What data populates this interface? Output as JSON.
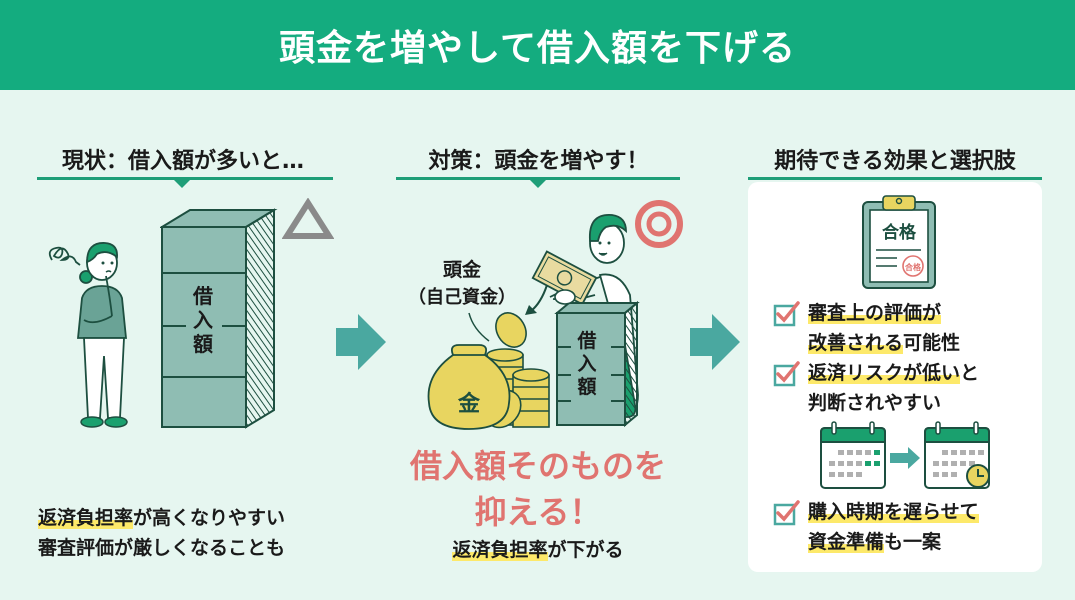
{
  "title": "頭金を増やして借入額を下げる",
  "columns": {
    "current": {
      "heading": "現状：借入額が多いと…",
      "rating_symbol": "△",
      "block_label": [
        "借",
        "入",
        "額"
      ],
      "caption_lines": [
        {
          "highlight": "返済負担率",
          "rest": "が高くなりやすい"
        },
        {
          "highlight": "",
          "rest": "審査評価が厳しくなることも"
        }
      ]
    },
    "measure": {
      "heading": "対策：頭金を増やす！",
      "rating_symbol": "◎",
      "down_payment_label": "頭金",
      "down_payment_sub": "（自己資金）",
      "bag_label": "金",
      "block_label": [
        "借",
        "入",
        "額"
      ],
      "emphasis_lines": [
        "借入額そのものを",
        "抑える！"
      ],
      "caption": {
        "highlight": "返済負担率",
        "rest": "が下がる"
      }
    },
    "effects": {
      "heading": "期待できる効果と選択肢",
      "clipboard_title": "合格",
      "stamp_text": "合格",
      "checklist": [
        {
          "lines": [
            {
              "highlight": "審査上の評価が",
              "rest": ""
            },
            {
              "highlight": "改善される",
              "rest": "可能性"
            }
          ]
        },
        {
          "lines": [
            {
              "highlight": "返済リスクが低い",
              "rest": "と"
            },
            {
              "highlight": "",
              "rest": "判断されやすい"
            }
          ]
        },
        {
          "lines": [
            {
              "highlight": "購入時期を遅らせて",
              "rest": ""
            },
            {
              "highlight": "資金準備",
              "rest": "も一案"
            }
          ]
        }
      ]
    }
  },
  "colors": {
    "banner": "#14ac7f",
    "background": "#e6f6f0",
    "accent_green": "#1e9e78",
    "arrow_teal": "#4aa8a0",
    "block_fill": "#8fbdb3",
    "emphasis_red": "#e07470",
    "highlight_yellow": "#fde96a",
    "coin_yellow": "#e8d560"
  }
}
